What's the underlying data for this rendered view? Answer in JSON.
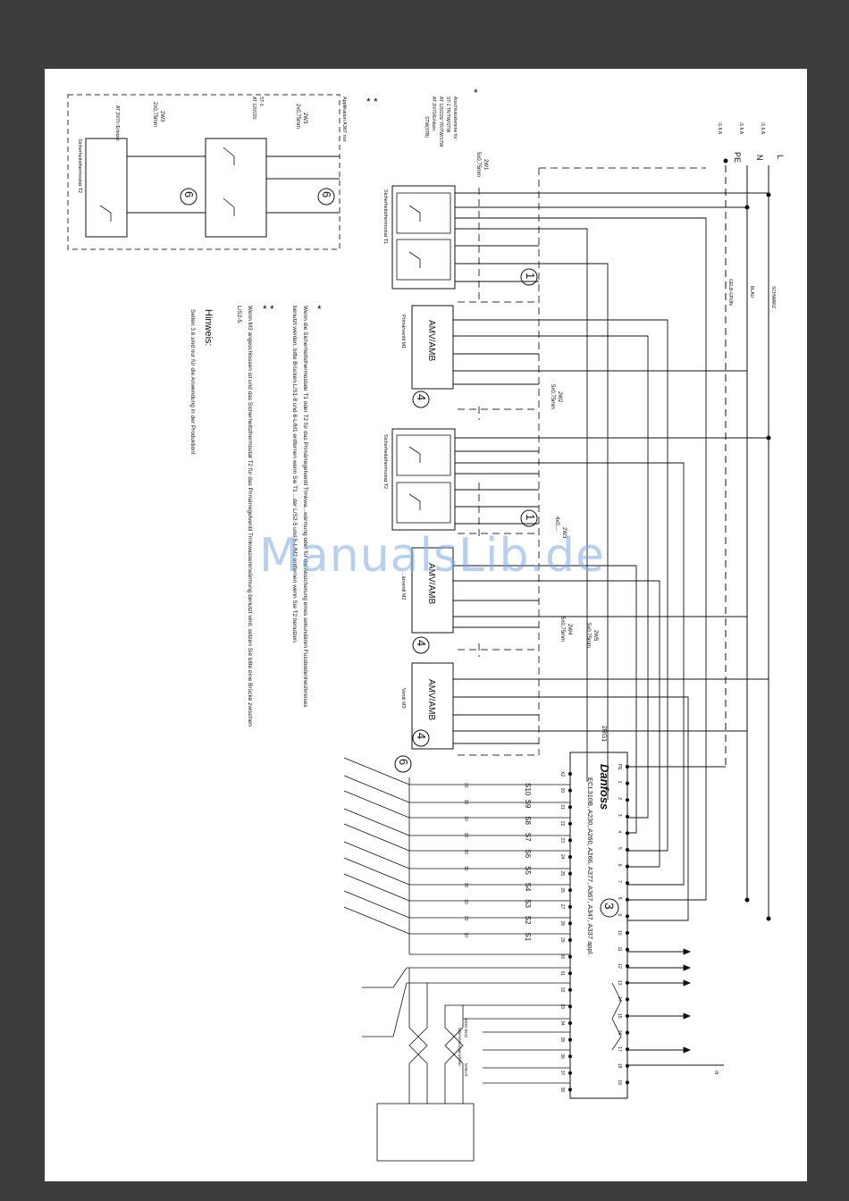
{
  "document": {
    "watermark": "ManualsLib.de"
  },
  "supply": {
    "lines": [
      "L",
      "N",
      "PE"
    ],
    "refs": [
      "/1.8.A",
      "/1.8.A",
      "/1.8.A"
    ],
    "wire_colors": [
      "SCHWARZ",
      "BLAU",
      "GELB-GRÜN"
    ]
  },
  "cables": {
    "w1": "2W1",
    "w1_spec": "5x0,75mm",
    "w2": "2W2",
    "w2_spec": "5x0,75mm",
    "w3": "2W3",
    "w3_spec": "4x0,...",
    "w4": "2W4",
    "w4_spec": "5x0,75mm",
    "w5": "2W5",
    "w5_spec": "5x0,75mm",
    "w3b": "2W3",
    "w3b_spec": "2x0,75mm",
    "w3c": "2W3",
    "w3c_spec": "2x0,75mm"
  },
  "thermostats": {
    "t1_label": "Sicherheitsthermostat T1",
    "t2_label": "Sicherheitsthermostat T2",
    "t2_inset_label": "Sicherheitsthermostat T2"
  },
  "actuators": {
    "name": "AMV/AMB",
    "m1_label": "Primärventil M1",
    "m2_label": "...ärventil M2",
    "m3_label": "Ventil M3"
  },
  "controller": {
    "ref": "2RG1",
    "brand": "Danfoss",
    "model": "ECL310B, A230, A260, A266, A377, A367, A347, A337 appl.",
    "bus_modbus": "MOD BUS",
    "bus_waermezaehler": "Wärmemengenzähler",
    "bus_mbus": "M-BUS",
    "left_terminals": [
      "PE",
      "1",
      "2",
      "3",
      "4",
      "5",
      "6",
      "7",
      "8",
      "9",
      "10",
      "11",
      "12",
      "13",
      "14",
      "15",
      "16",
      "17",
      "18",
      "19"
    ],
    "right_terminals": [
      "X2",
      "20",
      "21",
      "22",
      "23",
      "24",
      "25",
      "26",
      "27",
      "28",
      "29",
      "30",
      "31",
      "32",
      "33",
      "34",
      "35",
      "36",
      "37",
      "38"
    ],
    "sensors": [
      "S10",
      "S9",
      "S8",
      "S7",
      "S6",
      "S5",
      "S4",
      "S3",
      "S2",
      "S1"
    ],
    "sensor_30": "30"
  },
  "markers": {
    "m1": "1",
    "m3": "3",
    "m4": "4",
    "m6": "6"
  },
  "terminal_notes": {
    "anschluss": "Anschlussklemme für:",
    "st1": "ST-1 TR/TW/STW",
    "at1": "AT 120/220/ TR/TW/STW",
    "at2": "AT 20/70/Erhitzer",
    "stw": "STW(STB)",
    "applikation": "Applikation A367 nur",
    "inset_st1": "ST-1",
    "inset_at": "AT 120/220",
    "inset_at70": "AT 20/70 /Erhitzer"
  },
  "notes": {
    "star1": "*",
    "star2": "* *",
    "text1": "Wenn die Sicherheitsthermostate T1 oder T2 für das Primärregelventil Trinkwa...wärmung oder für die Absicherung eines sekundären Fussbodenheizkreises",
    "text2": "benutzt werden, bitte Brücken L/S1-8 und 8-L/M1 entfernen wenn Sie T1 ...der L/S2-5 und 5-L/M2 entfernen wenn Sie T2 benutzen.",
    "text3": "Wenn M3 angeschlossen ist und das Sicherheitsthermostat T2 für das Primärregelventil Trinkwassererwärmung benutzt wird, setzen Sie bitte eine Brücke zwischen",
    "text4": "L/S2-5.",
    "hinweis_title": "Hinweis:",
    "hinweis_text": "Seiten 3.6 sind nur für die Anwendung in der Produktion!"
  },
  "bottom_ref": "/8."
}
